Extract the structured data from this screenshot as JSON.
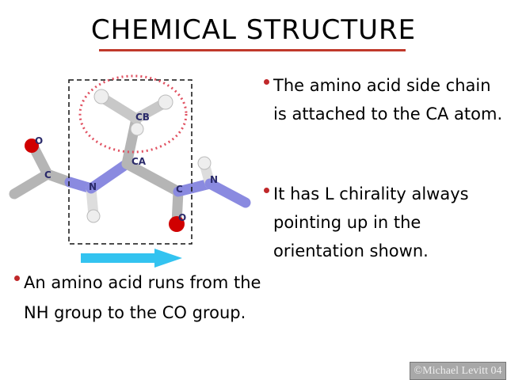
{
  "title": "CHEMICAL STRUCTURE",
  "bullets": [
    "The amino acid side chain is attached to the CA atom.",
    "It has L chirality always pointing up in the orientation shown.",
    "An amino acid runs from the NH group to the CO group."
  ],
  "atoms": {
    "o_left": "O",
    "c_left": "C",
    "n_left": "N",
    "ca": "CA",
    "cb": "CB",
    "c_right": "C",
    "o_right": "O",
    "n_right": "N"
  },
  "colors": {
    "carbon": "#b8b8b8",
    "nitrogen": "#8a8ae0",
    "oxygen": "#d00000",
    "hydrogen": "#e8e8e8",
    "arrow": "#33c3f0",
    "circle": "#e05060",
    "underline": "#c0392b"
  },
  "credit": "©Michael Levitt 04"
}
